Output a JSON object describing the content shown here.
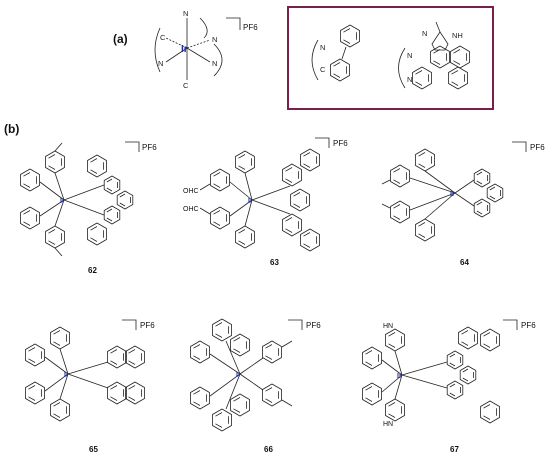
{
  "panel_a": {
    "label": "(a)",
    "core": {
      "metal": "Ir",
      "ligand_atoms": [
        "N",
        "N",
        "N",
        "N",
        "C",
        "C"
      ],
      "counterion": "PF6"
    },
    "box_ligands": {
      "cn_atoms": [
        "N",
        "C"
      ],
      "nn_atoms": [
        "N",
        "N"
      ],
      "nh_label": "NH",
      "n_label": "N"
    },
    "box_color": "#7a1f4a"
  },
  "panel_b": {
    "label": "(b)",
    "compounds": [
      {
        "id": "62",
        "counterion": "PF6"
      },
      {
        "id": "63",
        "counterion": "PF6",
        "substituent": "OHC"
      },
      {
        "id": "64",
        "counterion": "PF6"
      },
      {
        "id": "65",
        "counterion": "PF6"
      },
      {
        "id": "66",
        "counterion": "PF6"
      },
      {
        "id": "67",
        "counterion": "PF6",
        "substituent": "HN"
      }
    ]
  }
}
